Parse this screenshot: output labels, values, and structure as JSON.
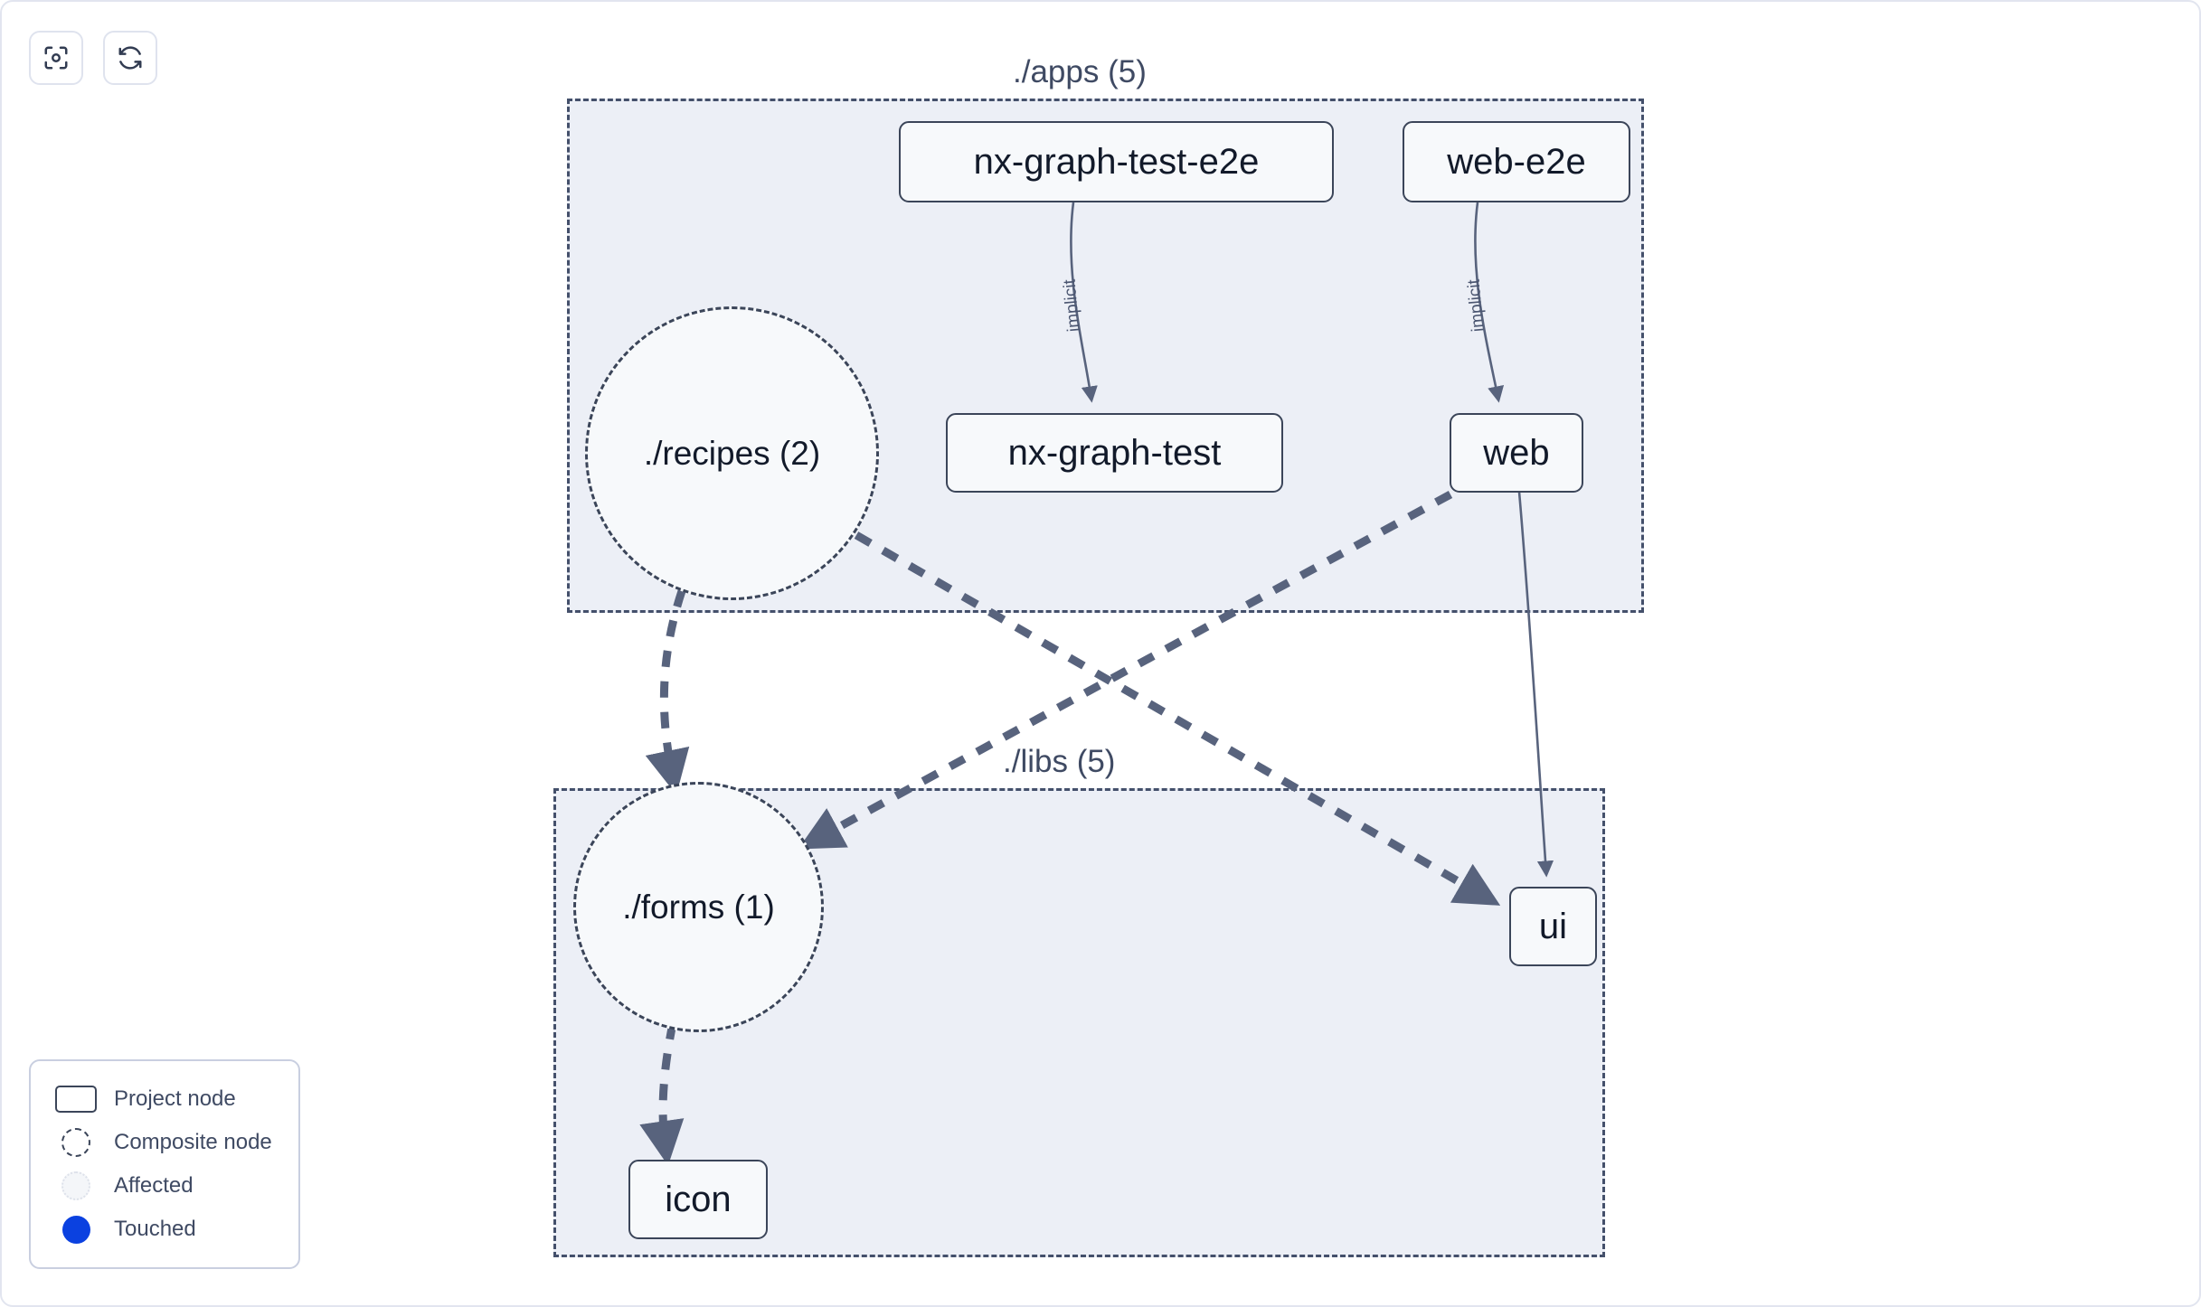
{
  "toolbar": {
    "buttons": [
      {
        "name": "focus-graph-button",
        "icon": "focus-icon",
        "label": ""
      },
      {
        "name": "refresh-graph-button",
        "icon": "refresh-icon",
        "label": ""
      }
    ]
  },
  "graph": {
    "groups": [
      {
        "id": "apps",
        "label": "./apps (5)"
      },
      {
        "id": "libs",
        "label": "./libs (5)"
      }
    ],
    "nodes": [
      {
        "id": "nx-graph-test-e2e",
        "label": "nx-graph-test-e2e",
        "type": "project",
        "group": "apps"
      },
      {
        "id": "web-e2e",
        "label": "web-e2e",
        "type": "project",
        "group": "apps"
      },
      {
        "id": "nx-graph-test",
        "label": "nx-graph-test",
        "type": "project",
        "group": "apps"
      },
      {
        "id": "web",
        "label": "web",
        "type": "project",
        "group": "apps"
      },
      {
        "id": "recipes",
        "label": "./recipes (2)",
        "type": "composite",
        "group": "apps"
      },
      {
        "id": "forms",
        "label": "./forms (1)",
        "type": "composite",
        "group": "libs"
      },
      {
        "id": "icon",
        "label": "icon",
        "type": "project",
        "group": "libs"
      },
      {
        "id": "ui",
        "label": "ui",
        "type": "project",
        "group": "libs"
      }
    ],
    "edges": [
      {
        "from": "nx-graph-test-e2e",
        "to": "nx-graph-test",
        "label": "implicit",
        "style": "solid"
      },
      {
        "from": "web-e2e",
        "to": "web",
        "label": "implicit",
        "style": "solid"
      },
      {
        "from": "web",
        "to": "ui",
        "label": "",
        "style": "solid"
      },
      {
        "from": "recipes",
        "to": "forms",
        "label": "",
        "style": "dashed"
      },
      {
        "from": "recipes",
        "to": "ui",
        "label": "",
        "style": "dashed"
      },
      {
        "from": "web",
        "to": "forms",
        "label": "",
        "style": "dashed"
      },
      {
        "from": "forms",
        "to": "icon",
        "label": "",
        "style": "dashed"
      }
    ]
  },
  "legend": {
    "items": [
      {
        "swatch": "project-node-swatch",
        "label": "Project node"
      },
      {
        "swatch": "composite-node-swatch",
        "label": "Composite node"
      },
      {
        "swatch": "affected-node-swatch",
        "label": "Affected"
      },
      {
        "swatch": "touched-node-swatch",
        "label": "Touched"
      }
    ]
  },
  "colors": {
    "node_border": "#3b4559",
    "node_fill": "#f7f9fb",
    "group_fill": "#eceff6",
    "group_border": "#44506b",
    "edge": "#58637d",
    "touched": "#0b41e0",
    "text": "#121a2a"
  }
}
